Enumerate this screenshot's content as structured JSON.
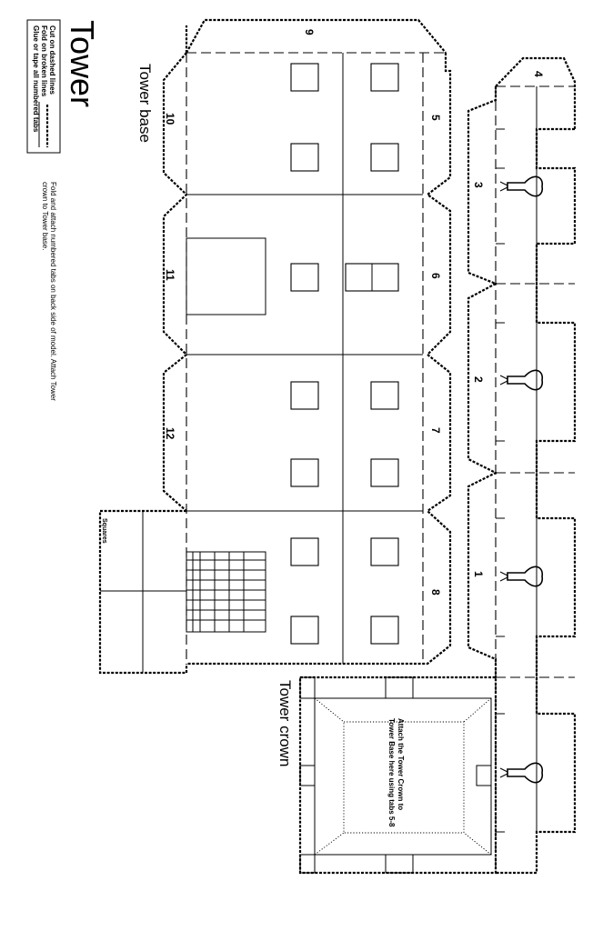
{
  "title": "Tower",
  "legend": {
    "cut": "Cut on dashed lines",
    "fold": "Fold on broken lines",
    "glue": "Glue or tape all numbered tabs"
  },
  "instructions": {
    "line1": "Fold and attach numbered tabs on back side of model.  Attach Tower",
    "line2": "crown to Tower base."
  },
  "tower_base": {
    "label": "Tower base",
    "tabs": [
      "5",
      "6",
      "7",
      "8",
      "9",
      "10",
      "11",
      "12"
    ],
    "squares_label": "Squares"
  },
  "tower_crown": {
    "label": "Tower crown",
    "tabs": [
      "1",
      "2",
      "3",
      "4"
    ],
    "attach_line1": "Attach the Tower Crown to",
    "attach_line2": "Tower Base here using tabs 5-8"
  }
}
